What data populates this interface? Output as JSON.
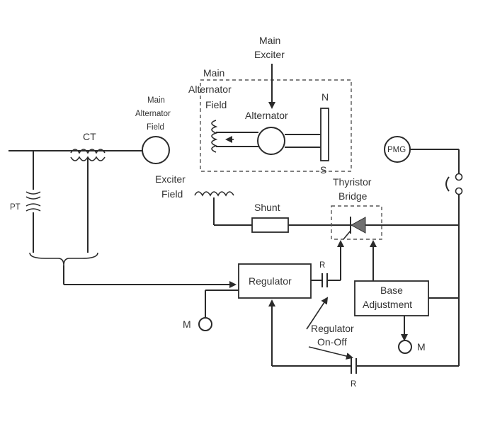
{
  "labels": {
    "main_exciter_1": "Main",
    "main_exciter_2": "Exciter",
    "maf_top_1": "Main",
    "maf_top_2": "Alternator",
    "maf_top_3": "Field",
    "alternator": "Alternator",
    "north": "N",
    "south": "S",
    "maf_left_1": "Main",
    "maf_left_2": "Alternator",
    "maf_left_3": "Field",
    "ct": "CT",
    "pt": "PT",
    "pmg": "PMG",
    "exciter_field_1": "Exciter",
    "exciter_field_2": "Field",
    "shunt": "Shunt",
    "thyristor_1": "Thyristor",
    "thyristor_2": "Bridge",
    "regulator": "Regulator",
    "r_top": "R",
    "r_bottom": "R",
    "base_adj_1": "Base",
    "base_adj_2": "Adjustment",
    "reg_onoff_1": "Regulator",
    "reg_onoff_2": "On-Off",
    "motor_left": "M",
    "motor_right": "M"
  }
}
